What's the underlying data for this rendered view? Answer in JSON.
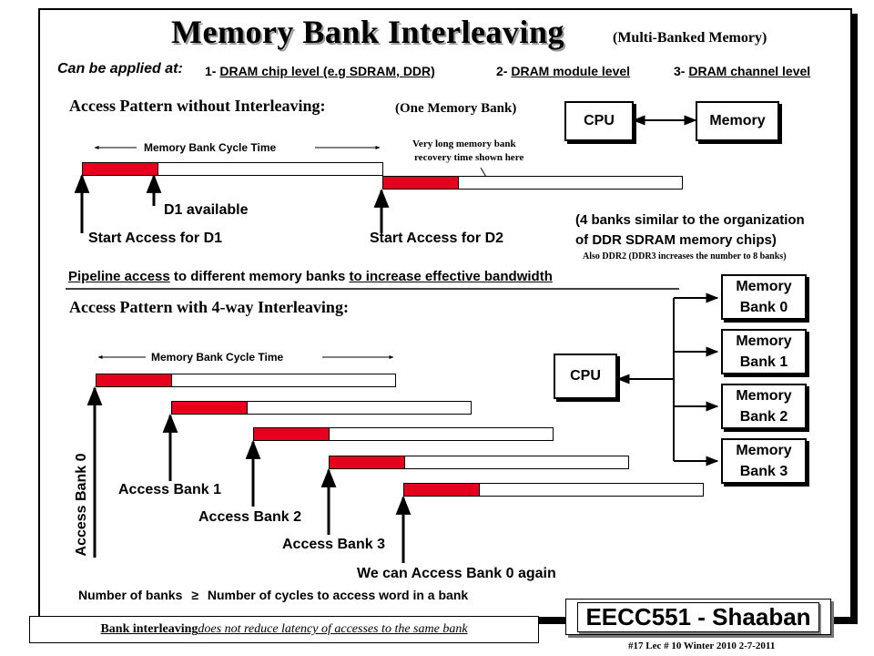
{
  "title": "Memory Bank Interleaving",
  "subtitle": "(Multi-Banked Memory)",
  "applied_label": "Can be applied at:",
  "applied_items": [
    {
      "num": "1-",
      "text": "DRAM chip level (e.g SDRAM, DDR)"
    },
    {
      "num": "2-",
      "text": "DRAM module level"
    },
    {
      "num": "3-",
      "text": "DRAM channel level"
    }
  ],
  "section1": {
    "heading": "Access Pattern without Interleaving:",
    "note": "(One Memory Bank)",
    "cycle_label": "Memory Bank Cycle Time",
    "recovery_note_1": "Very long memory bank",
    "recovery_note_2": "recovery time shown here",
    "d1_available": "D1 available",
    "start_d1": "Start Access for D1",
    "start_d2": "Start Access for D2",
    "cpu": "CPU",
    "memory": "Memory"
  },
  "banks_note_1": "(4 banks similar to the organization",
  "banks_note_2": "of DDR SDRAM memory chips)",
  "banks_note_3": "Also DDR2 (DDR3 increases the number to 8 banks)",
  "pipeline": {
    "part1": "Pipeline access",
    "part2": " to different memory banks ",
    "part3": "to increase effective bandwidth"
  },
  "section2": {
    "heading": "Access Pattern with 4-way Interleaving:",
    "cycle_label": "Memory Bank Cycle Time",
    "access_bank_0": "Access Bank 0",
    "access_bank_1": "Access Bank 1",
    "access_bank_2": "Access Bank 2",
    "access_bank_3": "Access Bank 3",
    "again": "We can Access Bank 0 again",
    "cpu": "CPU",
    "banks": [
      {
        "line1": "Memory",
        "line2": "Bank 0"
      },
      {
        "line1": "Memory",
        "line2": "Bank 1"
      },
      {
        "line1": "Memory",
        "line2": "Bank 2"
      },
      {
        "line1": "Memory",
        "line2": "Bank 3"
      }
    ]
  },
  "rule": {
    "left": "Number of banks",
    "symbol": "≥",
    "right": "Number of cycles to access word in a bank"
  },
  "footnote": {
    "part1": "Bank interleaving",
    "part2": " does not reduce latency of accesses to the same bank"
  },
  "course": "EECC551 - Shaaban",
  "lecture": "#17   Lec # 10  Winter 2010  2-7-2011",
  "colors": {
    "access_bar": "#e6001e",
    "bar_outline": "#000000"
  }
}
